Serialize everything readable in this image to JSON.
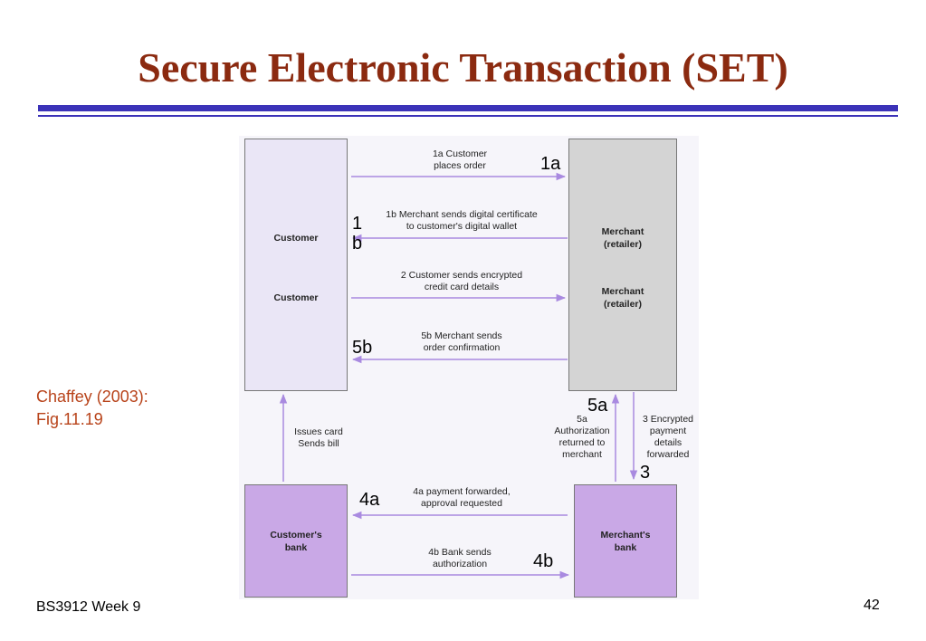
{
  "title": "Secure Electronic Transaction (SET)",
  "citation": "Chaffey (2003):\nFig.11.19",
  "footer": {
    "left": "BS3912 Week 9",
    "page": "42"
  },
  "diagram": {
    "boxes": {
      "customer_top": "Customer",
      "customer_bottom": "Customer",
      "merchant_top": "Merchant\n(retailer)",
      "merchant_bottom": "Merchant\n(retailer)",
      "customers_bank": "Customer's\nbank",
      "merchants_bank": "Merchant's\nbank"
    },
    "arrow_labels": {
      "a1a": "1a Customer\nplaces order",
      "a1b": "1b Merchant sends digital certificate\nto customer's digital wallet",
      "a2": "2 Customer sends encrypted\ncredit card details",
      "a5b": "5b Merchant sends\norder confirmation",
      "issues": "Issues card\nSends bill",
      "a5a": "5a\nAuthorization\nreturned to\nmerchant",
      "a3": "3 Encrypted\npayment\ndetails\nforwarded",
      "a4a": "4a payment forwarded,\napproval requested",
      "a4b": "4b Bank sends\nauthorization"
    },
    "step_markers": {
      "s1a": "1a",
      "s1b": "1\nb",
      "s5b": "5b",
      "s5a": "5a",
      "s3": "3",
      "s4a": "4a",
      "s4b": "4b"
    },
    "arrow_color": "#a98ae0"
  }
}
